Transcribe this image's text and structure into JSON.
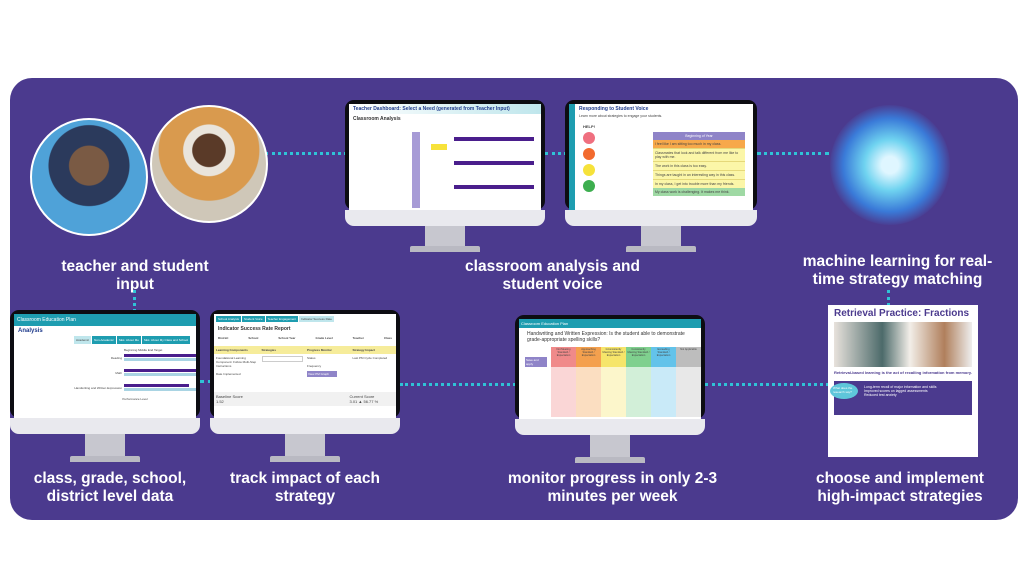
{
  "steps": {
    "input": {
      "label": "teacher and student input"
    },
    "analysis": {
      "label": "classroom analysis and student voice"
    },
    "ml": {
      "label": "machine learning for real-time strategy matching"
    },
    "levels": {
      "label": "class, grade, school, district level data"
    },
    "impact": {
      "label": "track impact of each strategy"
    },
    "monitor": {
      "label": "monitor progress in only 2-3 minutes per week"
    },
    "implement": {
      "label": "choose and implement high-impact strategies"
    }
  },
  "screens": {
    "dashboard": {
      "title": "Teacher Dashboard: Select a Need (generated from Teacher Input)",
      "section": "Classroom Analysis"
    },
    "voice": {
      "heading": "Responding to Student Voice",
      "sub": "Learn more about strategies to engage your students.",
      "column": "Beginning of Year",
      "help": "HELP!",
      "statements": [
        "I feel like I am sitting too much in my class.",
        "Classmates that look and talk different from me like to play with me.",
        "The work in this class is too easy.",
        "Things are taught in an interesting way in this class.",
        "In my class, I get into trouble more than my friends.",
        "My class work is challenging. It makes me think."
      ]
    },
    "levels": {
      "app": "Classroom Education Plan",
      "section": "Analysis",
      "tabs": [
        "Academic",
        "Non-Academic",
        "SEL: About Me",
        "SEL: About My Class and School"
      ],
      "legend": "Beginning  Middle  End  Target",
      "rows": [
        "Reading",
        "Math",
        "Handwriting and Written Expression"
      ],
      "xlabel": "Performance Level"
    },
    "impact": {
      "tabs": [
        "School Analysis",
        "Student Voice",
        "Teacher Engagement",
        "Indicator Success Rate"
      ],
      "title": "Indicator Success Rate Report",
      "fields": [
        "District",
        "School",
        "School Year",
        "Grade Level",
        "Teacher",
        "Class"
      ],
      "columns": [
        "Learning Components",
        "Strategies",
        "Progress Monitor",
        "Strategy Impact"
      ],
      "component": "Foundational Learning Component: Follow Multi-Step Instructions",
      "date_label": "Date Implemented",
      "status": "Status",
      "frequency": "Frequency",
      "view_button": "View PM Graph",
      "last_cycle": "Last PM Cycle Completed",
      "baseline_label": "Baseline Score",
      "baseline": "1.52",
      "current_label": "Current Score",
      "current": "3.01 ▲ 56.77 %"
    },
    "monitor": {
      "app": "Classroom Education Plan",
      "question": "Handwriting and Written Expression: Is the student able to demonstrate grade-appropriate spelling skills?",
      "scale": [
        "Not Meeting Standard / Expectation",
        "Approaching Standard / Expectation",
        "Inconsistently Meeting Standard / Expectation",
        "Consistently Meeting Standard / Expectation",
        "Exceeding Standard / Expectation",
        "Not Applicable"
      ],
      "scale_colors": [
        "#f08a8a",
        "#f4a04e",
        "#f6e56a",
        "#7fd08e",
        "#63c3ea",
        "#bdbdbd"
      ],
      "save_button": "Save and apply"
    },
    "doc": {
      "title": "Retrieval Practice: Fractions",
      "lead": "Retrieval-based learning is the act of recalling information from memory.",
      "callout": "What does the research say?",
      "benefits": [
        "Long-term recall of major information and skills",
        "Improved scores on lagged assessments",
        "Reduced test anxiety"
      ]
    }
  },
  "colors": {
    "panel": "#4b3a8e",
    "connector": "#2fc3d6",
    "teal": "#1e9db0"
  }
}
